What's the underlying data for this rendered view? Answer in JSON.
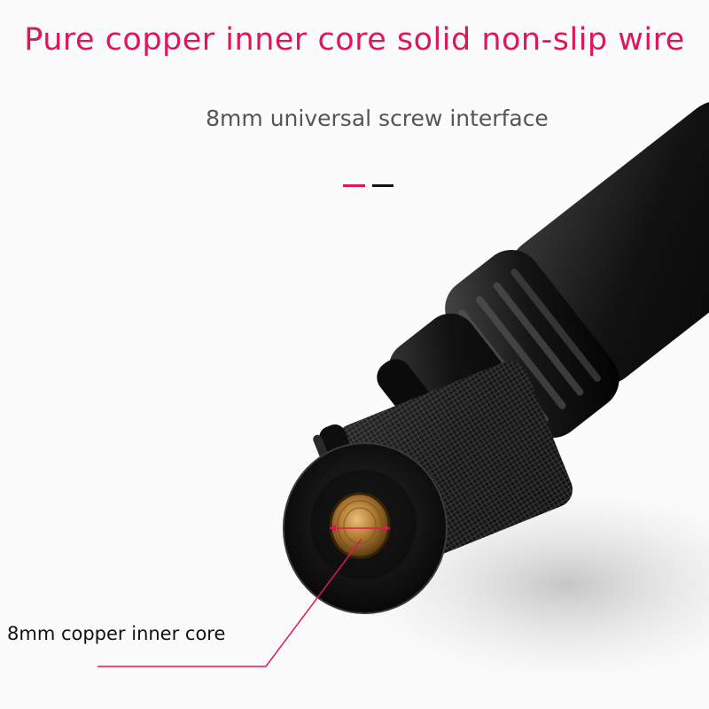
{
  "headline": "Pure copper inner core solid non-slip wire",
  "subheadline": "8mm universal screw interface",
  "callout_label": "8mm copper inner core",
  "colors": {
    "accent": "#e0165c",
    "subtext": "#555555",
    "label": "#111111",
    "background": "#fbfbfb"
  }
}
